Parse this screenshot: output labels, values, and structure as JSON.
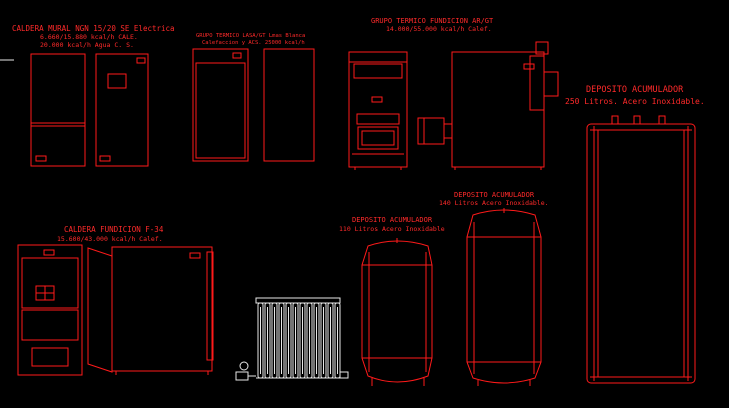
{
  "labels": {
    "caldera_mural_1": "CALDERA MURAL NGN 15/20 SE Electrica",
    "caldera_mural_2": "6.660/15.880 kcal/h CALE.",
    "caldera_mural_3": "20.000 kcal/h Agua C. S.",
    "grupo_lasa_1": "GRUPO TERMICO LASA/GT Lmas Blanca",
    "grupo_lasa_2": "Calefaccion y ACS. 25000 kcal/h",
    "grupo_fundicion_1": "GRUPO TERMICO FUNDICION AR/GT",
    "grupo_fundicion_2": "14.000/55.000 kcal/h Calef.",
    "deposito_250_1": "DEPOSITO ACUMULADOR",
    "deposito_250_2": "250 Litros. Acero Inoxidable.",
    "deposito_140_1": "DEPOSITO ACUMULADOR",
    "deposito_140_2": "140 Litros Acero Inoxidable.",
    "deposito_110_1": "DEPOSITO ACUMULADOR",
    "deposito_110_2": "110 Litros Acero Inoxidable",
    "caldera_f34_1": "CALDERA FUNDICION F-34",
    "caldera_f34_2": "15.600/43.000 kcal/h Calef."
  },
  "colors": {
    "background": "#000000",
    "line": "#ff1a1a",
    "detail": "#e8e8e8"
  }
}
